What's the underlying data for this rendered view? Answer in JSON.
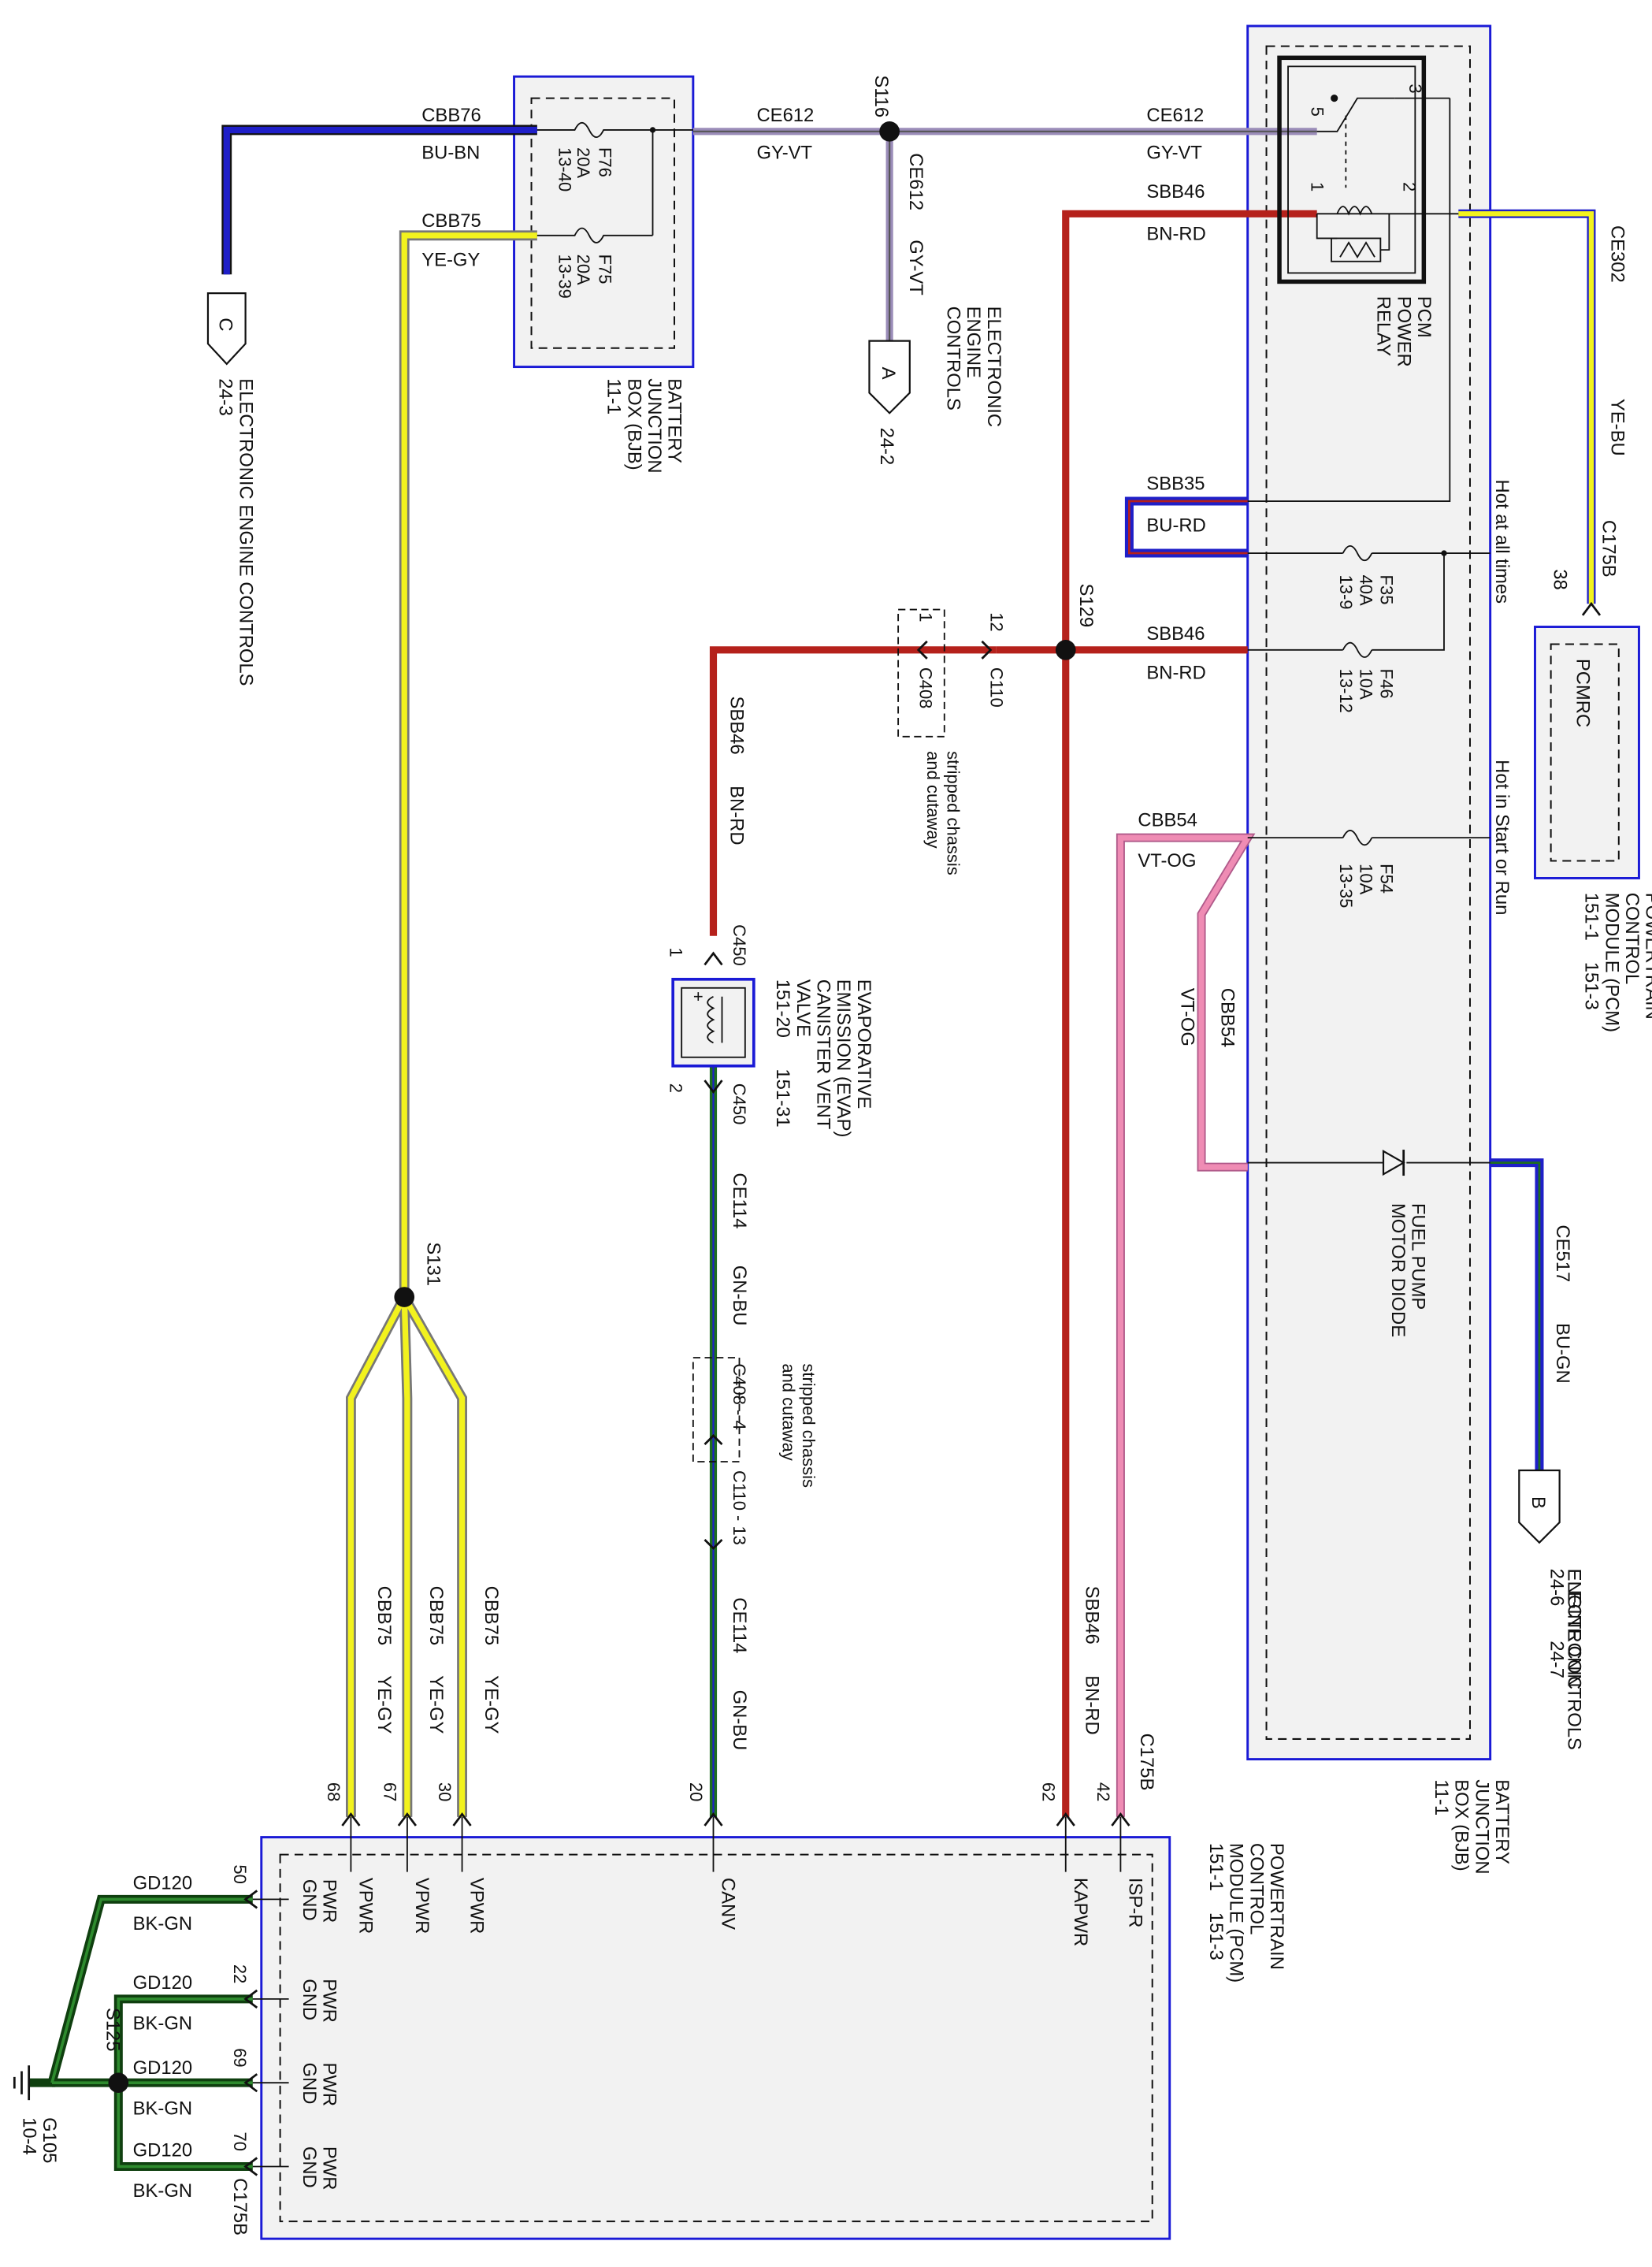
{
  "wires": {
    "cbb76": "CBB76",
    "bu_bn": "BU-BN",
    "cbb75": "CBB75",
    "ye_gy": "YE-GY",
    "ce612": "CE612",
    "gy_vt": "GY-VT",
    "sbb46": "SBB46",
    "bn_rd": "BN-RD",
    "sbb35": "SBB35",
    "bu_rd": "BU-RD",
    "cbb54": "CBB54",
    "vt_og": "VT-OG",
    "ce302": "CE302",
    "ye_bu": "YE-BU",
    "ce517": "CE517",
    "bu_gn": "BU-GN",
    "ce114": "CE114",
    "gn_bu": "GN-BU",
    "gd120": "GD120",
    "bk_gn": "BK-GN"
  },
  "splices": {
    "s116": "S116",
    "s129": "S129",
    "s131": "S131",
    "s125": "S125"
  },
  "bjb_left": {
    "fuse_f76": "F76",
    "f76_rating": "20A",
    "f76_loc": "13-40",
    "fuse_f75": "F75",
    "f75_rating": "20A",
    "f75_loc": "13-39",
    "label_1": "BATTERY",
    "label_2": "JUNCTION",
    "label_3": "BOX (BJB)",
    "label_4": "11-1"
  },
  "bjb_right": {
    "relay_1": "PCM",
    "relay_2": "POWER",
    "relay_3": "RELAY",
    "pin_3": "3",
    "pin_5": "5",
    "pin_1": "1",
    "pin_2": "2",
    "hot_all_times": "Hot at all times",
    "hot_start_run": "Hot in Start or Run",
    "fuse_f35": "F35",
    "f35_rating": "40A",
    "f35_loc": "13-9",
    "fuse_f46": "F46",
    "f46_rating": "10A",
    "f46_loc": "13-12",
    "fuse_f54": "F54",
    "f54_rating": "10A",
    "f54_loc": "13-35",
    "diode_1": "FUEL PUMP",
    "diode_2": "MOTOR DIODE",
    "label_1": "BATTERY",
    "label_2": "JUNCTION",
    "label_3": "BOX (BJB)",
    "label_4": "11-1"
  },
  "offpage": {
    "c_letter": "C",
    "c_ref": "24-3",
    "c_desc": "ELECTRONIC ENGINE CONTROLS",
    "a_letter": "A",
    "a_ref": "24-2",
    "a_desc_1": "ELECTRONIC",
    "a_desc_2": "ENGINE",
    "a_desc_3": "CONTROLS",
    "b_letter": "B",
    "b_ref_1": "24-6",
    "b_ref_2": "24-7",
    "b_desc_1": "ELECTRONIC",
    "b_desc_2": "ENGINE CONTROLS"
  },
  "pcmrc": {
    "name": "PCMRC",
    "connector": "C175B",
    "pin": "38",
    "label_1": "POWERTRAIN",
    "label_2": "CONTROL",
    "label_3": "MODULE (PCM)",
    "label_4": "151-1",
    "label_5": "151-3"
  },
  "connectors": {
    "c408_pin": "1",
    "c408": "C408",
    "c110_pin": "12",
    "c110": "C110",
    "stripped_1": "stripped chassis",
    "stripped_2": "and cutaway",
    "c450": "C450",
    "c408_4": "C408 - 4",
    "c110_13": "C110 - 13"
  },
  "evap": {
    "line_1": "EVAPORATIVE",
    "line_2": "EMISSION (EVAP)",
    "line_3": "CANISTER VENT",
    "line_4": "VALVE",
    "line_5": "151-20",
    "line_6": "151-31",
    "pin_1": "1",
    "pin_2": "2"
  },
  "pcm": {
    "label_1": "POWERTRAIN",
    "label_2": "CONTROL",
    "label_3": "MODULE (PCM)",
    "label_4": "151-1",
    "label_5": "151-3",
    "connector": "C175B",
    "pins": [
      {
        "num": "68",
        "name": "VPWR"
      },
      {
        "num": "67",
        "name": "VPWR"
      },
      {
        "num": "30",
        "name": "VPWR"
      },
      {
        "num": "20",
        "name": "CANV"
      },
      {
        "num": "62",
        "name": "KAPWR"
      },
      {
        "num": "42",
        "name": "ISP-R"
      }
    ],
    "gnd_pins": [
      "50",
      "22",
      "69",
      "70"
    ],
    "pwr": "PWR",
    "gnd": "GND"
  },
  "ground": {
    "g105": "G105",
    "ref": "10-4"
  },
  "colors": {
    "blue": "#1f1fc8",
    "yellow": "#f2f21e",
    "brown_red": "#b5211b",
    "green": "#1e6e1e",
    "pink": "#ef8cb4",
    "gray_violet": "#9a8cb8",
    "box_outline": "#1a1ad6",
    "dark_green": "#0f3f0f"
  }
}
